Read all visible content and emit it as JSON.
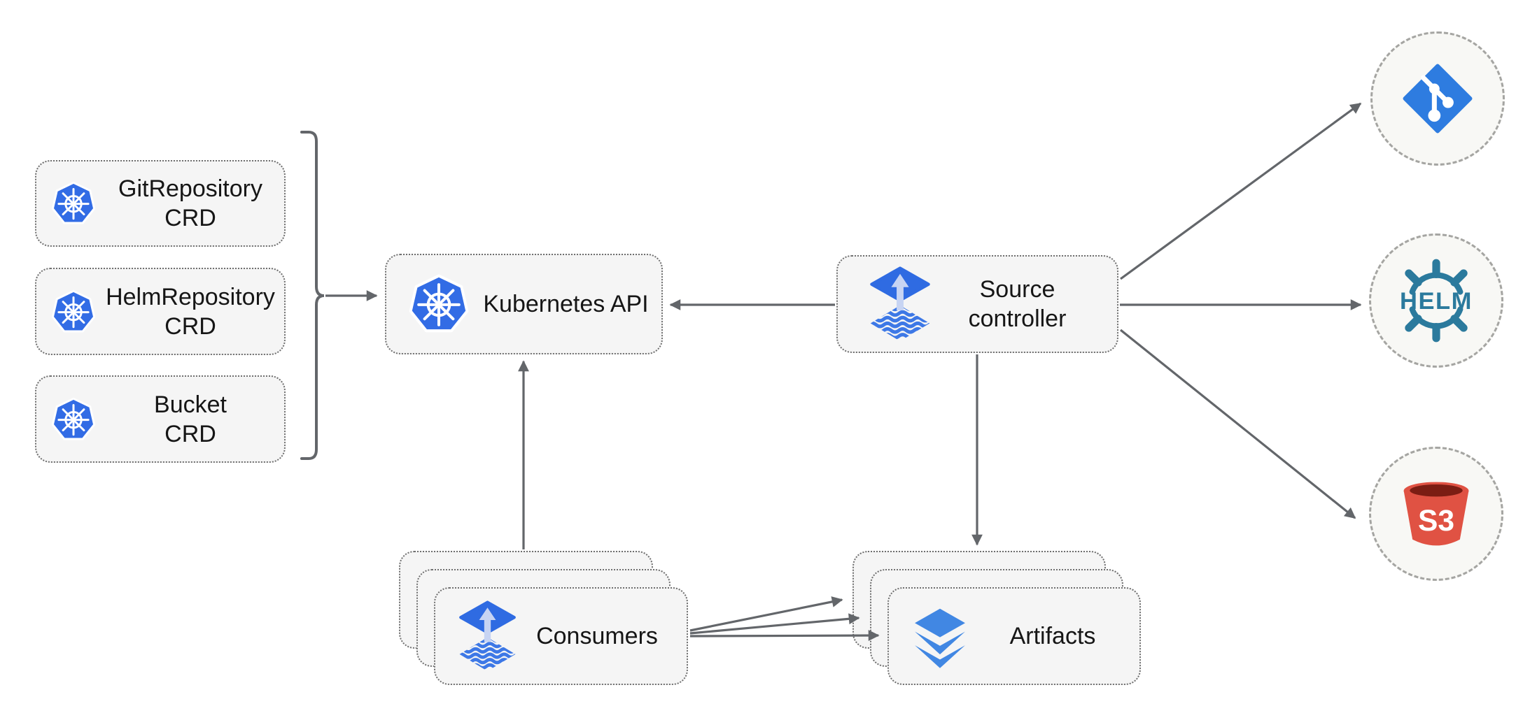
{
  "nodes": {
    "crd_boxes": [
      {
        "line1": "GitRepository",
        "line2": "CRD"
      },
      {
        "line1": "HelmRepository",
        "line2": "CRD"
      },
      {
        "line1": "Bucket",
        "line2": "CRD"
      }
    ],
    "kubernetes_api_label": "Kubernetes API",
    "source_controller_line1": "Source",
    "source_controller_line2": "controller",
    "consumers_label": "Consumers",
    "artifacts_label": "Artifacts"
  },
  "external_sources": {
    "helm_wordmark": "HELM",
    "s3_wordmark": "S3"
  },
  "colors": {
    "kubernetes_blue": "#326CE5",
    "flux_diamond_blue": "#2f6be2",
    "flux_arrow_light": "#c7d4f3",
    "flux_waves_blue": "#3d78e6",
    "git_blue": "#2e7ce0",
    "helm_teal": "#2b7a9d",
    "s3_red": "#e05243",
    "s3_dark_red": "#7b1d13",
    "layers_blue": "#4187e3",
    "node_fill": "#f5f5f5",
    "node_border": "#6f6f6f",
    "arrow_gray": "#63666a",
    "text_color": "#161616"
  }
}
